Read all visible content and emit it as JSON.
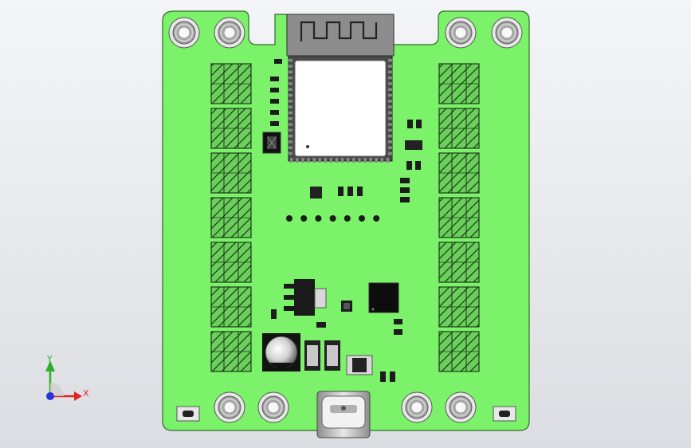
{
  "scene": {
    "board_color": "#7cf26a",
    "board_edge_color": "#2f6b2a",
    "background_top": "#f4f5f8",
    "background_bottom": "#dcdde2",
    "components": {
      "left_terminal_blocks": 7,
      "right_terminal_blocks": 7,
      "mounting_holes": 8,
      "header_pins": 7
    }
  },
  "axes": {
    "y_label": "Y",
    "x_label": "X",
    "y_color": "#2bb02b",
    "x_color": "#e02424",
    "origin_color": "#2a33d8"
  }
}
